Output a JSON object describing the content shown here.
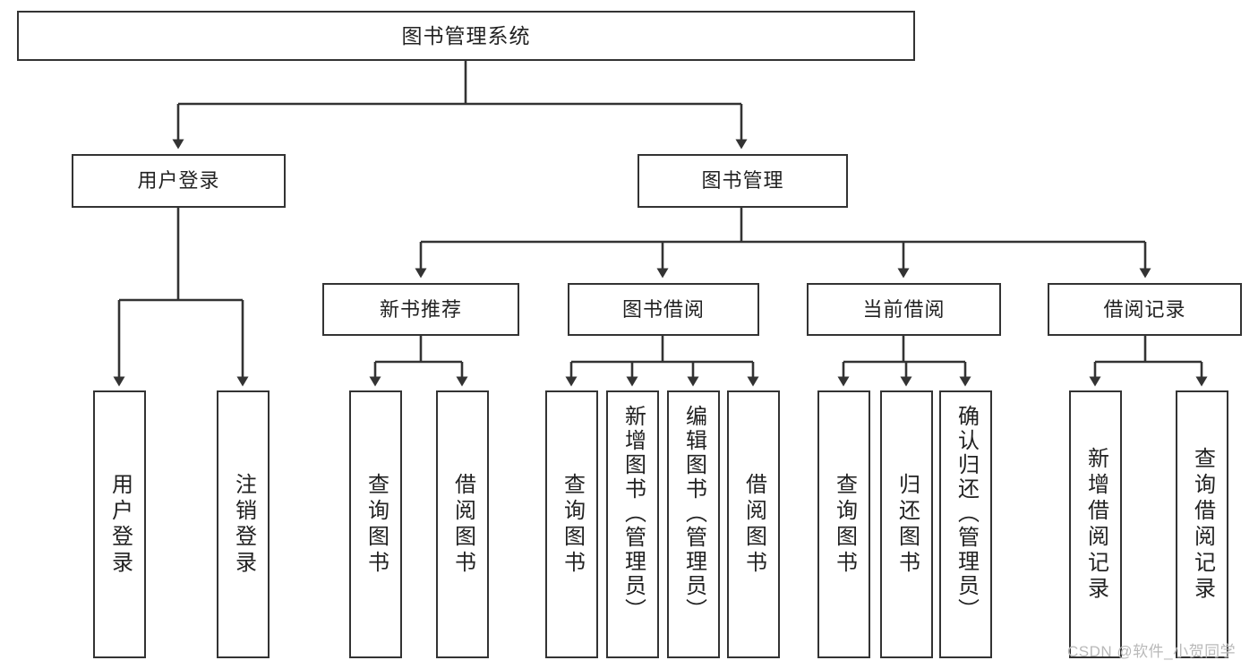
{
  "diagram": {
    "title": "图书管理系统",
    "type": "tree",
    "watermark": "CSDN @软件_小贺同学",
    "colors": {
      "box_border": "#333333",
      "box_fill": "#ffffff",
      "connector": "#333333",
      "text": "#222222",
      "watermark": "#b9b9b9"
    },
    "nodes": {
      "root": {
        "label": "图书管理系统"
      },
      "level2": [
        {
          "id": "user-login",
          "label": "用户登录"
        },
        {
          "id": "book-manage",
          "label": "图书管理"
        }
      ],
      "level3": [
        {
          "id": "new-book-recommend",
          "label": "新书推荐"
        },
        {
          "id": "book-borrow",
          "label": "图书借阅"
        },
        {
          "id": "current-borrow",
          "label": "当前借阅"
        },
        {
          "id": "borrow-record",
          "label": "借阅记录"
        }
      ],
      "leaves": {
        "user_login": [
          {
            "id": "leaf-user-login",
            "label": "用户登录"
          },
          {
            "id": "leaf-logout-login",
            "label": "注销登录"
          }
        ],
        "new_book_recommend": [
          {
            "id": "leaf-query-book-1",
            "label": "查询图书"
          },
          {
            "id": "leaf-borrow-book-1",
            "label": "借阅图书"
          }
        ],
        "book_borrow": [
          {
            "id": "leaf-query-book-2",
            "label": "查询图书"
          },
          {
            "id": "leaf-add-book",
            "label": "新增图书（管理员）"
          },
          {
            "id": "leaf-edit-book",
            "label": "编辑图书（管理员）"
          },
          {
            "id": "leaf-borrow-book-2",
            "label": "借阅图书"
          }
        ],
        "current_borrow": [
          {
            "id": "leaf-query-book-3",
            "label": "查询图书"
          },
          {
            "id": "leaf-return-book",
            "label": "归还图书"
          },
          {
            "id": "leaf-confirm-return",
            "label": "确认归还（管理员）"
          }
        ],
        "borrow_record": [
          {
            "id": "leaf-add-record",
            "label": "新增借阅记录"
          },
          {
            "id": "leaf-query-record",
            "label": "查询借阅记录"
          }
        ]
      }
    }
  }
}
